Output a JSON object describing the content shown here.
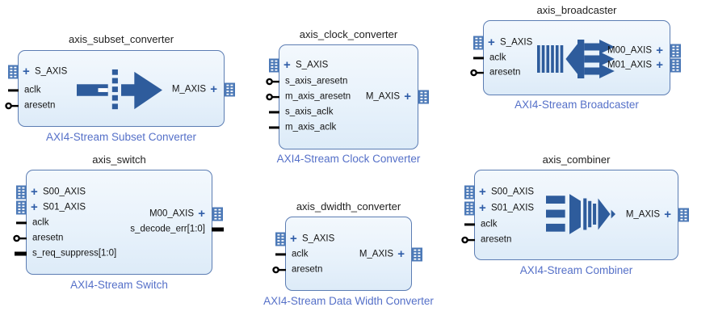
{
  "glyphs": {
    "expand": "+"
  },
  "palette": {
    "block_fill": "#e8f2fb",
    "block_border": "#5c7db3",
    "caption_color": "#5570c8",
    "title_color": "#1f1f1f",
    "port_text_color": "#141414",
    "plus_color": "#2f5da8",
    "icon_color": "#2e5c9c",
    "interface_pin_fill": "#4c79b7",
    "stub_color": "#000000"
  },
  "blocks": [
    {
      "id": "axis_subset_converter",
      "title": "axis_subset_converter",
      "caption": "AXI4-Stream Subset Converter",
      "icon": "subset-converter-icon",
      "left_ports": [
        {
          "name": "S_AXIS",
          "kind": "interface"
        },
        {
          "name": "aclk",
          "kind": "clock"
        },
        {
          "name": "aresetn",
          "kind": "reset"
        }
      ],
      "right_ports": [
        {
          "name": "M_AXIS",
          "kind": "interface"
        }
      ]
    },
    {
      "id": "axis_clock_converter",
      "title": "axis_clock_converter",
      "caption": "AXI4-Stream Clock Converter",
      "icon": null,
      "left_ports": [
        {
          "name": "S_AXIS",
          "kind": "interface"
        },
        {
          "name": "s_axis_aresetn",
          "kind": "reset"
        },
        {
          "name": "m_axis_aresetn",
          "kind": "reset"
        },
        {
          "name": "s_axis_aclk",
          "kind": "clock"
        },
        {
          "name": "m_axis_aclk",
          "kind": "clock"
        }
      ],
      "right_ports": [
        {
          "name": "M_AXIS",
          "kind": "interface"
        }
      ]
    },
    {
      "id": "axis_broadcaster",
      "title": "axis_broadcaster",
      "caption": "AXI4-Stream Broadcaster",
      "icon": "broadcaster-icon",
      "left_ports": [
        {
          "name": "S_AXIS",
          "kind": "interface"
        },
        {
          "name": "aclk",
          "kind": "clock"
        },
        {
          "name": "aresetn",
          "kind": "reset"
        }
      ],
      "right_ports": [
        {
          "name": "M00_AXIS",
          "kind": "interface"
        },
        {
          "name": "M01_AXIS",
          "kind": "interface"
        }
      ]
    },
    {
      "id": "axis_switch",
      "title": "axis_switch",
      "caption": "AXI4-Stream Switch",
      "icon": null,
      "left_ports": [
        {
          "name": "S00_AXIS",
          "kind": "interface"
        },
        {
          "name": "S01_AXIS",
          "kind": "interface"
        },
        {
          "name": "aclk",
          "kind": "clock"
        },
        {
          "name": "aresetn",
          "kind": "reset"
        },
        {
          "name": "s_req_suppress[1:0]",
          "kind": "bus"
        }
      ],
      "right_ports": [
        {
          "name": "M00_AXIS",
          "kind": "interface"
        },
        {
          "name": "s_decode_err[1:0]",
          "kind": "bus"
        }
      ]
    },
    {
      "id": "axis_dwidth_converter",
      "title": "axis_dwidth_converter",
      "caption": "AXI4-Stream Data Width Converter",
      "icon": null,
      "left_ports": [
        {
          "name": "S_AXIS",
          "kind": "interface"
        },
        {
          "name": "aclk",
          "kind": "clock"
        },
        {
          "name": "aresetn",
          "kind": "reset"
        }
      ],
      "right_ports": [
        {
          "name": "M_AXIS",
          "kind": "interface"
        }
      ]
    },
    {
      "id": "axis_combiner",
      "title": "axis_combiner",
      "caption": "AXI4-Stream Combiner",
      "icon": "combiner-icon",
      "left_ports": [
        {
          "name": "S00_AXIS",
          "kind": "interface"
        },
        {
          "name": "S01_AXIS",
          "kind": "interface"
        },
        {
          "name": "aclk",
          "kind": "clock"
        },
        {
          "name": "aresetn",
          "kind": "reset"
        }
      ],
      "right_ports": [
        {
          "name": "M_AXIS",
          "kind": "interface"
        }
      ]
    }
  ]
}
